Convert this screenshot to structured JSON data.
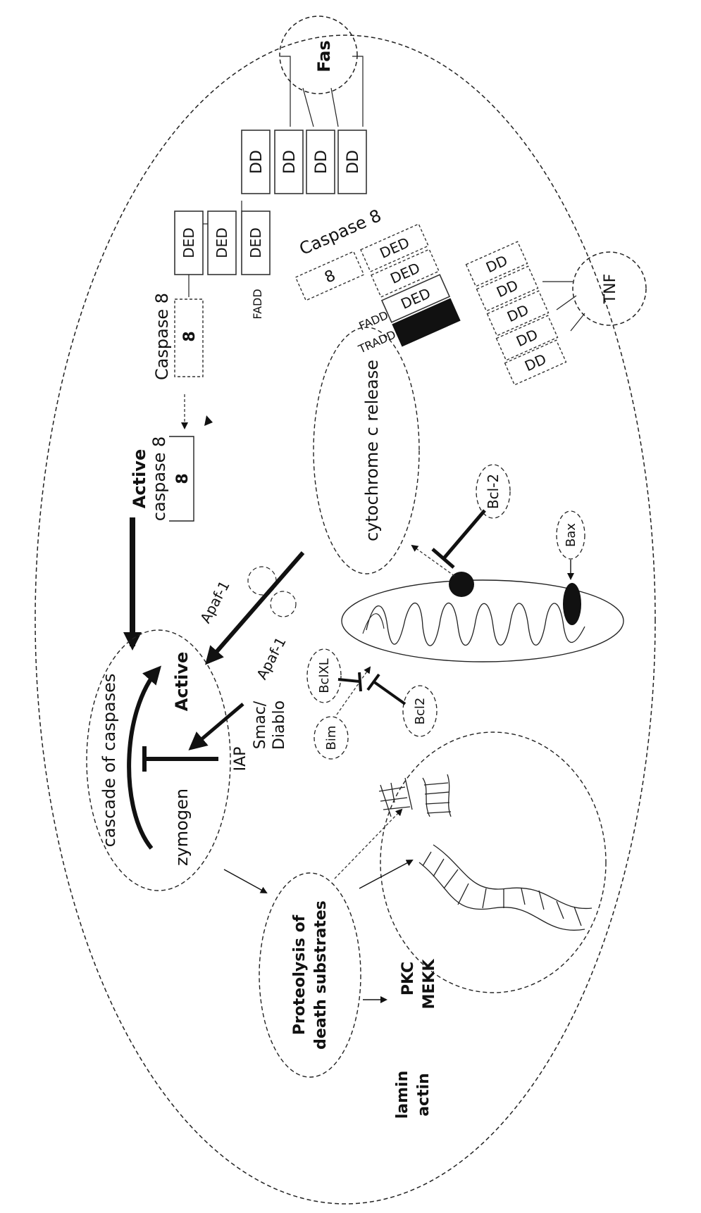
{
  "receptors": {
    "fas": "Fas",
    "tnf": "TNF"
  },
  "fas_complex": {
    "dd_domains": [
      "DD",
      "DD",
      "DD",
      "DD"
    ],
    "ded_domains": [
      "DED",
      "DED",
      "DED"
    ],
    "fadd_label": "FADD",
    "caspase_label": "Caspase 8",
    "caspase_box": "8"
  },
  "tnf_complex": {
    "caspase_label": "Caspase 8",
    "caspase_box": "8",
    "ded_domains": [
      "DED",
      "DED",
      "DED"
    ],
    "dd_domains": [
      "DD",
      "DD",
      "DD",
      "DD",
      "DD"
    ],
    "fadd_label": "FADD",
    "tradd_label": "TRADD"
  },
  "active_caspase": {
    "label_line1": "Active",
    "label_line2": "caspase 8",
    "box": "8"
  },
  "cytochrome": {
    "label": "cytochrome c release"
  },
  "regulators": {
    "bcl2_top": "Bcl-2",
    "bax": "Bax",
    "bclxl": "BclXL",
    "bim": "Bim",
    "bcl2": "Bcl2"
  },
  "apaf": {
    "upper": "Apaf-1",
    "lower": "Apaf-1"
  },
  "cascade": {
    "title": "cascade of caspases",
    "active": "Active",
    "zymogen": "zymogen",
    "iap": "IAP",
    "smac_line1": "Smac/",
    "smac_line2": "Diablo"
  },
  "proteolysis": {
    "line1": "Proteolysis of",
    "line2": "death substrates"
  },
  "substrates": {
    "lamin": "lamin",
    "actin": "actin",
    "pkc": "PKC",
    "mekk": "MEKK"
  }
}
